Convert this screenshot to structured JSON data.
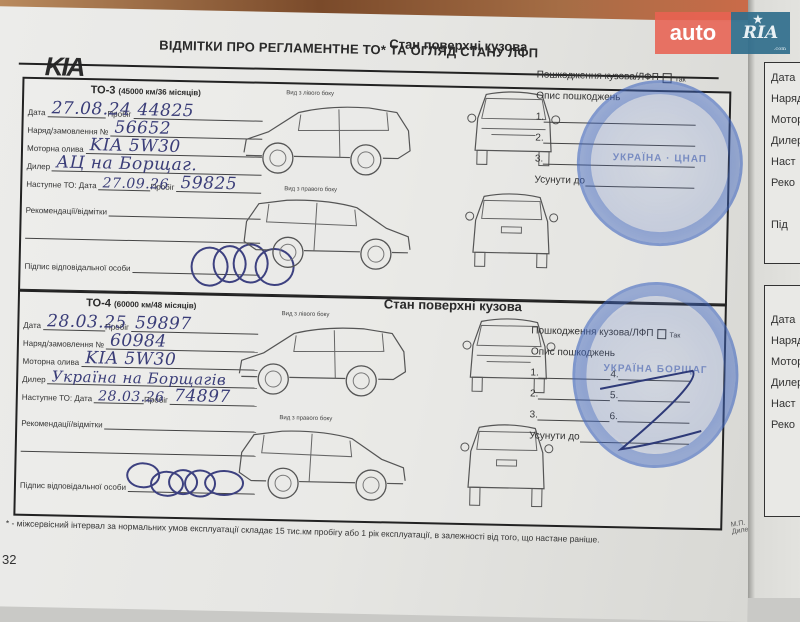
{
  "document": {
    "brand_logo": "KIA",
    "title": "ВІДМІТКИ ПРО РЕГЛАМЕНТНЕ ТО* ТА ОГЛЯД СТАНУ ЛФП",
    "page_number": "32",
    "footnote": "* - міжсервісний інтервал за нормальних умов експлуатації складає 15 тис.км пробігу або 1 рік експлуатації, в залежності від того, що настане раніше.",
    "stamp_mark": "М.П. Дилера"
  },
  "labels": {
    "date": "Дата",
    "mileage": "Пробіг",
    "order": "Наряд/замовлення №",
    "oil": "Моторна олива",
    "dealer": "Дилер",
    "next_to_date": "Наступне ТО: Дата",
    "recommendations": "Рекомендації/відмітки",
    "signature": "Підпис відповідальної особи",
    "surface_title": "Стан поверхні кузова",
    "damage": "Пошкодження кузова/ЛФП",
    "damage_yes": "Так",
    "damage_desc": "Опис пошкоджень",
    "fix_by": "Усунути до",
    "view_left": "Вид з лівого боку",
    "view_right": "Вид з правого боку",
    "damage_items": [
      "1.",
      "2.",
      "3.",
      "4.",
      "5.",
      "6."
    ]
  },
  "cards": [
    {
      "title": "ТО-3",
      "interval": "(45000 км/36 місяців)",
      "date": "27.08.24",
      "mileage": "44825",
      "order": "56652",
      "oil": "KIA 5W30",
      "dealer": "АЦ на Борщаг.",
      "next_date": "27.09.26",
      "next_mileage": "59825",
      "recommendations": ""
    },
    {
      "title": "ТО-4",
      "interval": "(60000 км/48 місяців)",
      "date": "28.03.25",
      "mileage": "59897",
      "order": "60984",
      "oil": "KIA 5W30",
      "dealer": "Україна на Борщагів",
      "next_date": "28.03.26",
      "next_mileage": "74897",
      "recommendations": ""
    }
  ],
  "stamps": [
    {
      "text": "УКРАЇНА · ЦНАП"
    },
    {
      "text": "УКРАЇНА БОРЩАГ"
    }
  ],
  "next_page": {
    "rows": [
      "Дата",
      "Наряд",
      "Мотор",
      "Дилер",
      "Наст",
      "Реко",
      "Під"
    ]
  },
  "watermark": {
    "left": "auto",
    "right": "RIA",
    "domain": ".com",
    "colors": {
      "auto_bg": "#e86252",
      "ria_bg": "#306e8c"
    }
  }
}
